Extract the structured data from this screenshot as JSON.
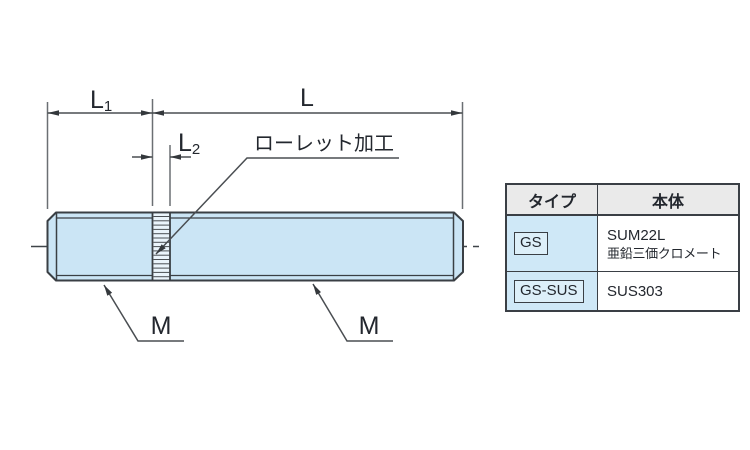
{
  "colors": {
    "part_fill": "#cbe5f5",
    "knurl_fill": "#eaf4fb",
    "outline": "#3a3f44",
    "dim_line": "#5b6065",
    "text": "#23272e",
    "table_header_bg": "#eaeaea",
    "type_cell_bg": "#cfe8f7"
  },
  "drawing": {
    "dim_l1": {
      "main": "L",
      "sub": "1"
    },
    "dim_l": {
      "main": "L"
    },
    "dim_l2": {
      "main": "L",
      "sub": "2"
    },
    "knurl_note": "ローレット加工",
    "thread_label_left": "M",
    "thread_label_right": "M"
  },
  "table": {
    "headers": [
      "タイプ",
      "本体"
    ],
    "rows": [
      {
        "type": "GS",
        "body_lines": [
          "SUM22L",
          "亜鉛三価クロメート"
        ]
      },
      {
        "type": "GS-SUS",
        "body_lines": [
          "SUS303"
        ]
      }
    ]
  }
}
